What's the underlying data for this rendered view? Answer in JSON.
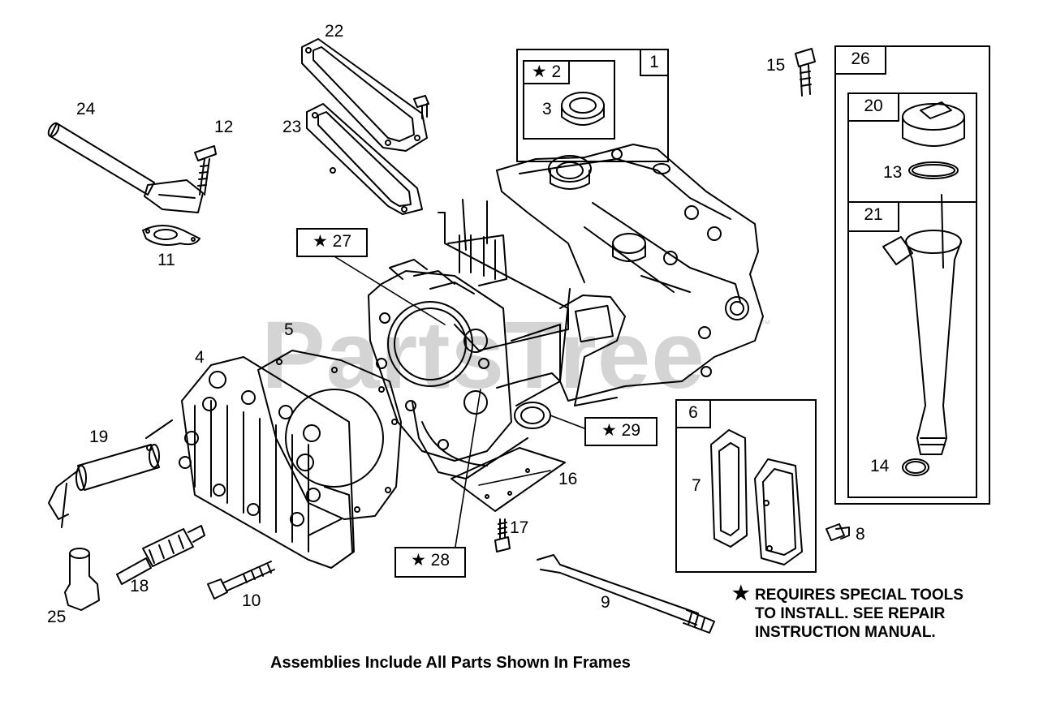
{
  "watermark": "PartsTree",
  "watermark_tm": "™",
  "frames": {
    "f1": "1",
    "f2": "★ 2",
    "f26": "26",
    "f20": "20",
    "f21": "21",
    "f6": "6"
  },
  "callouts": {
    "c27": "★ 27",
    "c28": "★ 28",
    "c29": "★ 29"
  },
  "part_numbers": {
    "p3": "3",
    "p4": "4",
    "p5": "5",
    "p7": "7",
    "p8": "8",
    "p9": "9",
    "p10": "10",
    "p11": "11",
    "p12": "12",
    "p13": "13",
    "p14": "14",
    "p15": "15",
    "p16": "16",
    "p17": "17",
    "p18": "18",
    "p19": "19",
    "p22": "22",
    "p23": "23",
    "p24": "24",
    "p25": "25"
  },
  "note": {
    "star": "★",
    "line1": "REQUIRES SPECIAL TOOLS",
    "line2": "TO INSTALL.  SEE REPAIR",
    "line3": "INSTRUCTION MANUAL."
  },
  "caption": "Assemblies Include All Parts Shown In Frames"
}
